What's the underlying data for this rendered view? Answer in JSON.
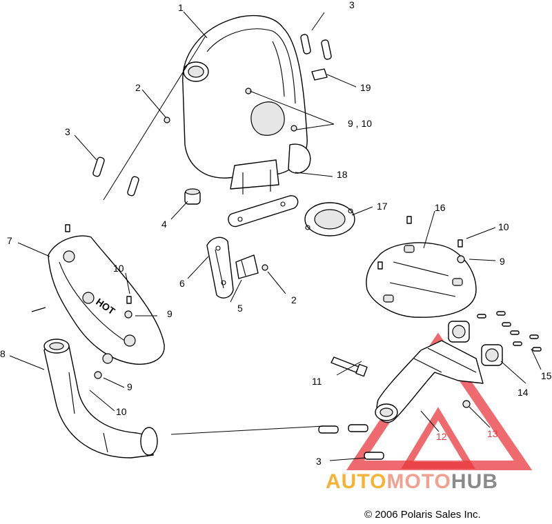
{
  "callouts": {
    "c1": "1",
    "c2a": "2",
    "c2b": "2",
    "c3a": "3",
    "c3b": "3",
    "c3c": "3",
    "c4": "4",
    "c5": "5",
    "c6": "6",
    "c7": "7",
    "c8": "8",
    "c9a": "9",
    "c9b": "9",
    "c9c": "9",
    "c910": "9 , 10",
    "c10a": "10",
    "c10b": "10",
    "c10c": "10",
    "c11": "11",
    "c12": "12",
    "c13": "13",
    "c14": "14",
    "c15": "15",
    "c16": "16",
    "c17": "17",
    "c18": "18",
    "c19": "19"
  },
  "heat_shield_label": "HOT",
  "watermark": {
    "auto": "AUTO",
    "moto": "MOTO",
    "hub": "HUB",
    "colors": {
      "auto": "#f5b335",
      "moto": "#f2a08f",
      "hub": "#8a8a8a",
      "triangle": "#e8383d"
    }
  },
  "copyright": "© 2006 Polaris Sales Inc."
}
